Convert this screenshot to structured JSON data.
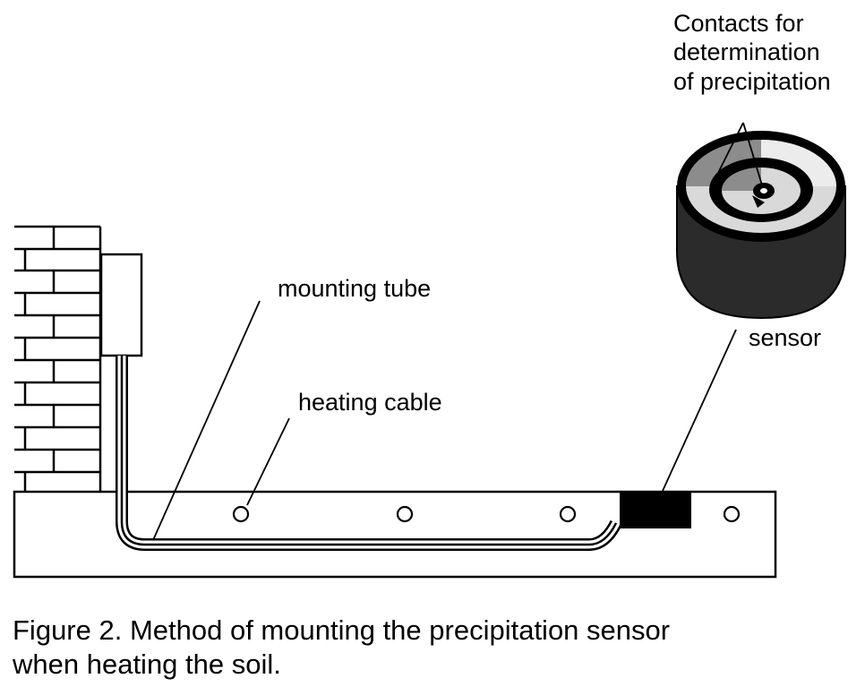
{
  "labels": {
    "contacts": [
      "Contacts for",
      "determination",
      "of precipitation"
    ],
    "mounting_tube": "mounting tube",
    "heating_cable": "heating cable",
    "sensor": "sensor"
  },
  "caption": [
    "Figure 2. Method of mounting the precipitation sensor",
    "when heating the soil."
  ],
  "colors": {
    "ink": "#000000",
    "paper": "#ffffff",
    "sensor_dark": "#2b2b2b",
    "sensor_mid": "#8c8c8c",
    "sensor_light": "#d9d9d9"
  }
}
